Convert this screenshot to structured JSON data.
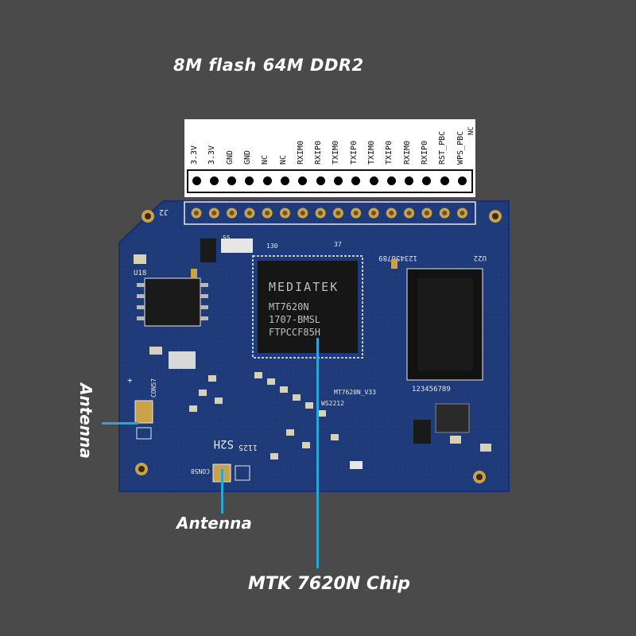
{
  "title": "8M flash 64M DDR2",
  "pins": [
    "3.3V",
    "3.3V",
    "GND",
    "GND",
    "NC",
    "NC",
    "RXIM0",
    "RXIP0",
    "TXIM0",
    "TXIP0",
    "TXIM0",
    "TXIP0",
    "RXIM0",
    "RXIP0",
    "RST_PBC",
    "WPS_PBC"
  ],
  "pin_extra": "NC",
  "board": {
    "j2": "J2",
    "u18": "U18",
    "u22": "U22",
    "chip_brand": "MEDIATEK",
    "chip_model": "MT7620N",
    "chip_line2": "1707-BMSL",
    "chip_line3": "FTPCCF85H",
    "con57": "CON57",
    "con58": "CON58",
    "ws2212": "WS2212",
    "mt7620n_v33": "MT7620N_V33",
    "mem_pin_numbers": "123456789",
    "s2h": "S2H",
    "ic25": "1125",
    "plus": "+",
    "label_55": "55",
    "label_130": "130",
    "label_37": "37"
  },
  "annotations": {
    "antenna_left": "Antenna",
    "antenna_bottom": "Antenna",
    "chip": "MTK 7620N Chip"
  },
  "colors": {
    "background": "#4a4a4a",
    "board": "#1e3a78",
    "callout": "#2aa6d6"
  }
}
